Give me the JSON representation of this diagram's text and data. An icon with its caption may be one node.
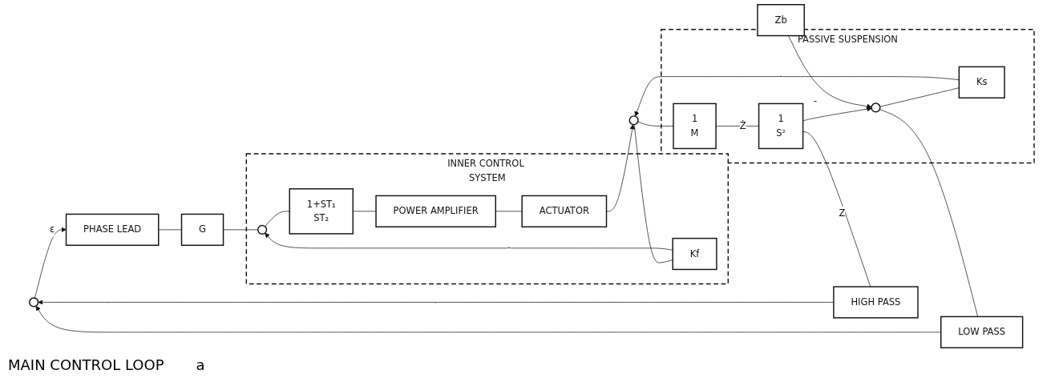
{
  "diagram": {
    "nodes": [
      {
        "text": [],
        "shape": "circle"
      },
      {
        "text": [
          "HIGH PASS"
        ]
      },
      {
        "text": [
          "PHASE LEAD"
        ]
      },
      {
        "text": [
          "G"
        ]
      },
      {
        "text": [
          "INNER CONTROL SYSTEM"
        ]
      },
      {
        "text": [],
        "shape": "circle",
        "in": 4
      },
      {
        "text": [
          "Kf"
        ],
        "in": 4
      },
      {
        "text": [
          "1+ST₁",
          "ST₂"
        ],
        "in": 4
      },
      {
        "text": [
          "POWER AMPLIFIER"
        ],
        "in": 4
      },
      {
        "text": [
          "ACTUATOR"
        ],
        "in": 4
      },
      {
        "text": [],
        "shape": "circle"
      },
      {
        "text": [
          "PASSIVE SUSPENSION"
        ]
      },
      {
        "text": [
          "1",
          "M"
        ],
        "in": 11
      },
      {
        "text": [
          "1",
          "S²"
        ],
        "in": 11
      },
      {
        "text": [
          "Ks"
        ],
        "in": 11
      },
      {
        "text": [],
        "shape": "circle",
        "in": 11
      },
      {
        "text": [
          "LOW PASS"
        ]
      },
      {
        "text": [
          "Zb"
        ]
      }
    ],
    "edges": [
      {
        "from": 0,
        "to": 2,
        "arrow": "to",
        "label": "ε"
      },
      {
        "from": 2,
        "to": 3,
        "arrow": "none"
      },
      {
        "from": 3,
        "to": 5,
        "arrow": "none"
      },
      {
        "from": 5,
        "to": 7,
        "arrow": "none"
      },
      {
        "from": 7,
        "to": 8,
        "arrow": "none"
      },
      {
        "from": 8,
        "to": 9,
        "arrow": "none"
      },
      {
        "from": 9,
        "to": 10,
        "arrow": "to"
      },
      {
        "from": 10,
        "to": 12,
        "arrow": "none"
      },
      {
        "from": 12,
        "to": 13,
        "arrow": "none",
        "label": "Ż"
      },
      {
        "from": 13,
        "to": 1,
        "arrow": "none",
        "label": "Z"
      },
      {
        "from": 13,
        "to": 15,
        "arrow": "to"
      },
      {
        "from": 1,
        "to": 0,
        "arrow": "to",
        "label": "-"
      },
      {
        "from": 10,
        "to": 6,
        "arrow": "none"
      },
      {
        "from": 6,
        "to": 5,
        "arrow": "to",
        "label": "-"
      },
      {
        "from": 15,
        "to": 16,
        "arrow": "none"
      },
      {
        "from": 15,
        "to": 14,
        "arrow": "none"
      },
      {
        "from": 14,
        "to": 10,
        "arrow": "to",
        "label": "-"
      },
      {
        "from": 16,
        "to": 0,
        "arrow": "to"
      },
      {
        "from": 17,
        "to": 15,
        "arrow": "to",
        "label": "-"
      }
    ],
    "labels": [
      "MAIN CONTROL LOOP",
      "a"
    ]
  }
}
